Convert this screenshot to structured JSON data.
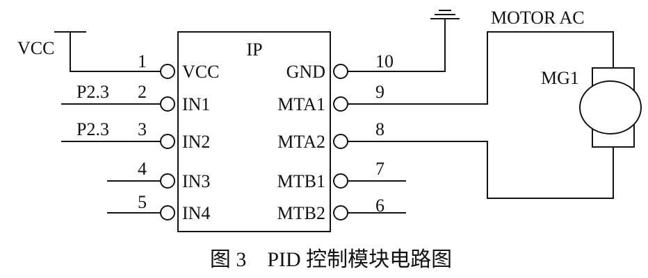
{
  "chip": {
    "name": "IP"
  },
  "supply": {
    "label": "VCC"
  },
  "motor": {
    "supply_label": "MOTOR AC",
    "label": "MG1"
  },
  "left_pins": [
    {
      "number": "1",
      "label": "VCC",
      "net": ""
    },
    {
      "number": "2",
      "label": "IN1",
      "net": "P2.3"
    },
    {
      "number": "3",
      "label": "IN2",
      "net": "P2.3"
    },
    {
      "number": "4",
      "label": "IN3",
      "net": ""
    },
    {
      "number": "5",
      "label": "IN4",
      "net": ""
    }
  ],
  "right_pins": [
    {
      "number": "10",
      "label": "GND"
    },
    {
      "number": "9",
      "label": "MTA1"
    },
    {
      "number": "8",
      "label": "MTA2"
    },
    {
      "number": "7",
      "label": "MTB1"
    },
    {
      "number": "6",
      "label": "MTB2"
    }
  ],
  "caption": "图 3　PID 控制模块电路图"
}
